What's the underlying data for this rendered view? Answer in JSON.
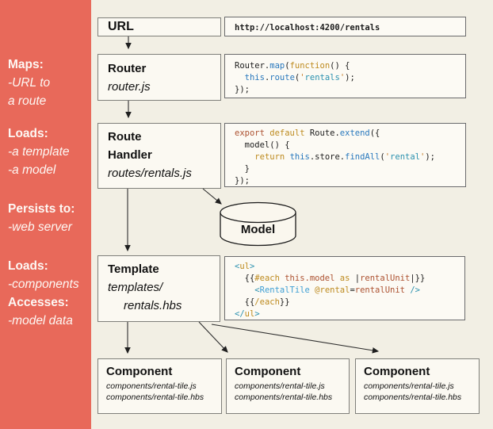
{
  "sidebar": {
    "bg_color": "#E8695A",
    "groups": [
      {
        "lines": [
          {
            "text": "Maps:"
          },
          {
            "text": "-URL to"
          },
          {
            "text": "a route"
          }
        ]
      },
      {
        "lines": [
          {
            "text": "Loads:"
          },
          {
            "text": "-a template"
          },
          {
            "text": "-a model"
          }
        ]
      },
      {
        "lines": [
          {
            "text": "Persists to:"
          },
          {
            "text": "-web server"
          }
        ]
      },
      {
        "lines": [
          {
            "text": "Loads:"
          },
          {
            "text": "-components"
          },
          {
            "text": "Accesses:"
          },
          {
            "text": "-model data"
          }
        ]
      }
    ]
  },
  "nodes": {
    "url": {
      "title": "URL"
    },
    "router": {
      "title": "Router",
      "subtitle": "router.js"
    },
    "route_handler": {
      "title_line1": "Route",
      "title_line2": "Handler",
      "subtitle": "routes/rentals.js"
    },
    "model": {
      "label": "Model"
    },
    "template": {
      "title": "Template",
      "subtitle_line1": "templates/",
      "subtitle_line2": "rentals.hbs"
    },
    "components": [
      {
        "title": "Component",
        "files": [
          "components/rental-tile.js",
          "components/rental-tile.hbs"
        ]
      },
      {
        "title": "Component",
        "files": [
          "components/rental-tile.js",
          "components/rental-tile.hbs"
        ]
      },
      {
        "title": "Component",
        "files": [
          "components/rental-tile.js",
          "components/rental-tile.hbs"
        ]
      }
    ]
  },
  "code": {
    "url": [
      [
        {
          "t": "http://localhost:4200/rentals",
          "c": "plain"
        }
      ]
    ],
    "router": [
      [
        {
          "t": "Router.",
          "c": "plain"
        },
        {
          "t": "map",
          "c": "blue"
        },
        {
          "t": "(",
          "c": "plain"
        },
        {
          "t": "function",
          "c": "gold"
        },
        {
          "t": "() {",
          "c": "plain"
        }
      ],
      [
        {
          "t": "  ",
          "c": "plain"
        },
        {
          "t": "this",
          "c": "blue"
        },
        {
          "t": ".",
          "c": "plain"
        },
        {
          "t": "route",
          "c": "blue"
        },
        {
          "t": "(",
          "c": "plain"
        },
        {
          "t": "'",
          "c": "orange"
        },
        {
          "t": "rentals",
          "c": "teal"
        },
        {
          "t": "'",
          "c": "orange"
        },
        {
          "t": ");",
          "c": "plain"
        }
      ],
      [
        {
          "t": "});",
          "c": "plain"
        }
      ]
    ],
    "route_handler": [
      [
        {
          "t": "export",
          "c": "brick"
        },
        {
          "t": " ",
          "c": "plain"
        },
        {
          "t": "default",
          "c": "gold"
        },
        {
          "t": " Route.",
          "c": "plain"
        },
        {
          "t": "extend",
          "c": "blue"
        },
        {
          "t": "({",
          "c": "plain"
        }
      ],
      [
        {
          "t": "  model() {",
          "c": "plain"
        }
      ],
      [
        {
          "t": "    ",
          "c": "plain"
        },
        {
          "t": "return",
          "c": "gold"
        },
        {
          "t": " ",
          "c": "plain"
        },
        {
          "t": "this",
          "c": "blue"
        },
        {
          "t": ".store.",
          "c": "plain"
        },
        {
          "t": "findAll",
          "c": "blue"
        },
        {
          "t": "(",
          "c": "plain"
        },
        {
          "t": "'",
          "c": "orange"
        },
        {
          "t": "rental",
          "c": "teal"
        },
        {
          "t": "'",
          "c": "orange"
        },
        {
          "t": ");",
          "c": "plain"
        }
      ],
      [
        {
          "t": "  }",
          "c": "plain"
        }
      ],
      [
        {
          "t": "});",
          "c": "plain"
        }
      ]
    ],
    "template": [
      [
        {
          "t": "<",
          "c": "teal"
        },
        {
          "t": "ul",
          "c": "gold"
        },
        {
          "t": ">",
          "c": "teal"
        }
      ],
      [
        {
          "t": "  {{",
          "c": "plain"
        },
        {
          "t": "#each",
          "c": "gold"
        },
        {
          "t": " ",
          "c": "plain"
        },
        {
          "t": "this.model",
          "c": "brick"
        },
        {
          "t": " ",
          "c": "plain"
        },
        {
          "t": "as",
          "c": "gold"
        },
        {
          "t": " |",
          "c": "plain"
        },
        {
          "t": "rentalUnit",
          "c": "brick"
        },
        {
          "t": "|}}",
          "c": "plain"
        }
      ],
      [
        {
          "t": "    ",
          "c": "plain"
        },
        {
          "t": "<",
          "c": "teal"
        },
        {
          "t": "RentalTile",
          "c": "lblue"
        },
        {
          "t": " ",
          "c": "plain"
        },
        {
          "t": "@rental",
          "c": "gold"
        },
        {
          "t": "=",
          "c": "plain"
        },
        {
          "t": "rentalUnit",
          "c": "brick"
        },
        {
          "t": " ",
          "c": "plain"
        },
        {
          "t": "/>",
          "c": "teal"
        }
      ],
      [
        {
          "t": "  {{",
          "c": "plain"
        },
        {
          "t": "/each",
          "c": "gold"
        },
        {
          "t": "}}",
          "c": "plain"
        }
      ],
      [
        {
          "t": "</",
          "c": "teal"
        },
        {
          "t": "ul",
          "c": "gold"
        },
        {
          "t": ">",
          "c": "teal"
        }
      ]
    ]
  },
  "colors": {
    "sidebar": "#E8695A",
    "background": "#F2EFE4",
    "box_fill": "#FBF9F2",
    "code_blue": "#2878BD",
    "code_light_blue": "#3E9FD4",
    "code_gold": "#BD8A1E",
    "code_orange": "#C8802F",
    "code_teal": "#2B91AF",
    "code_brick": "#AC5130"
  }
}
